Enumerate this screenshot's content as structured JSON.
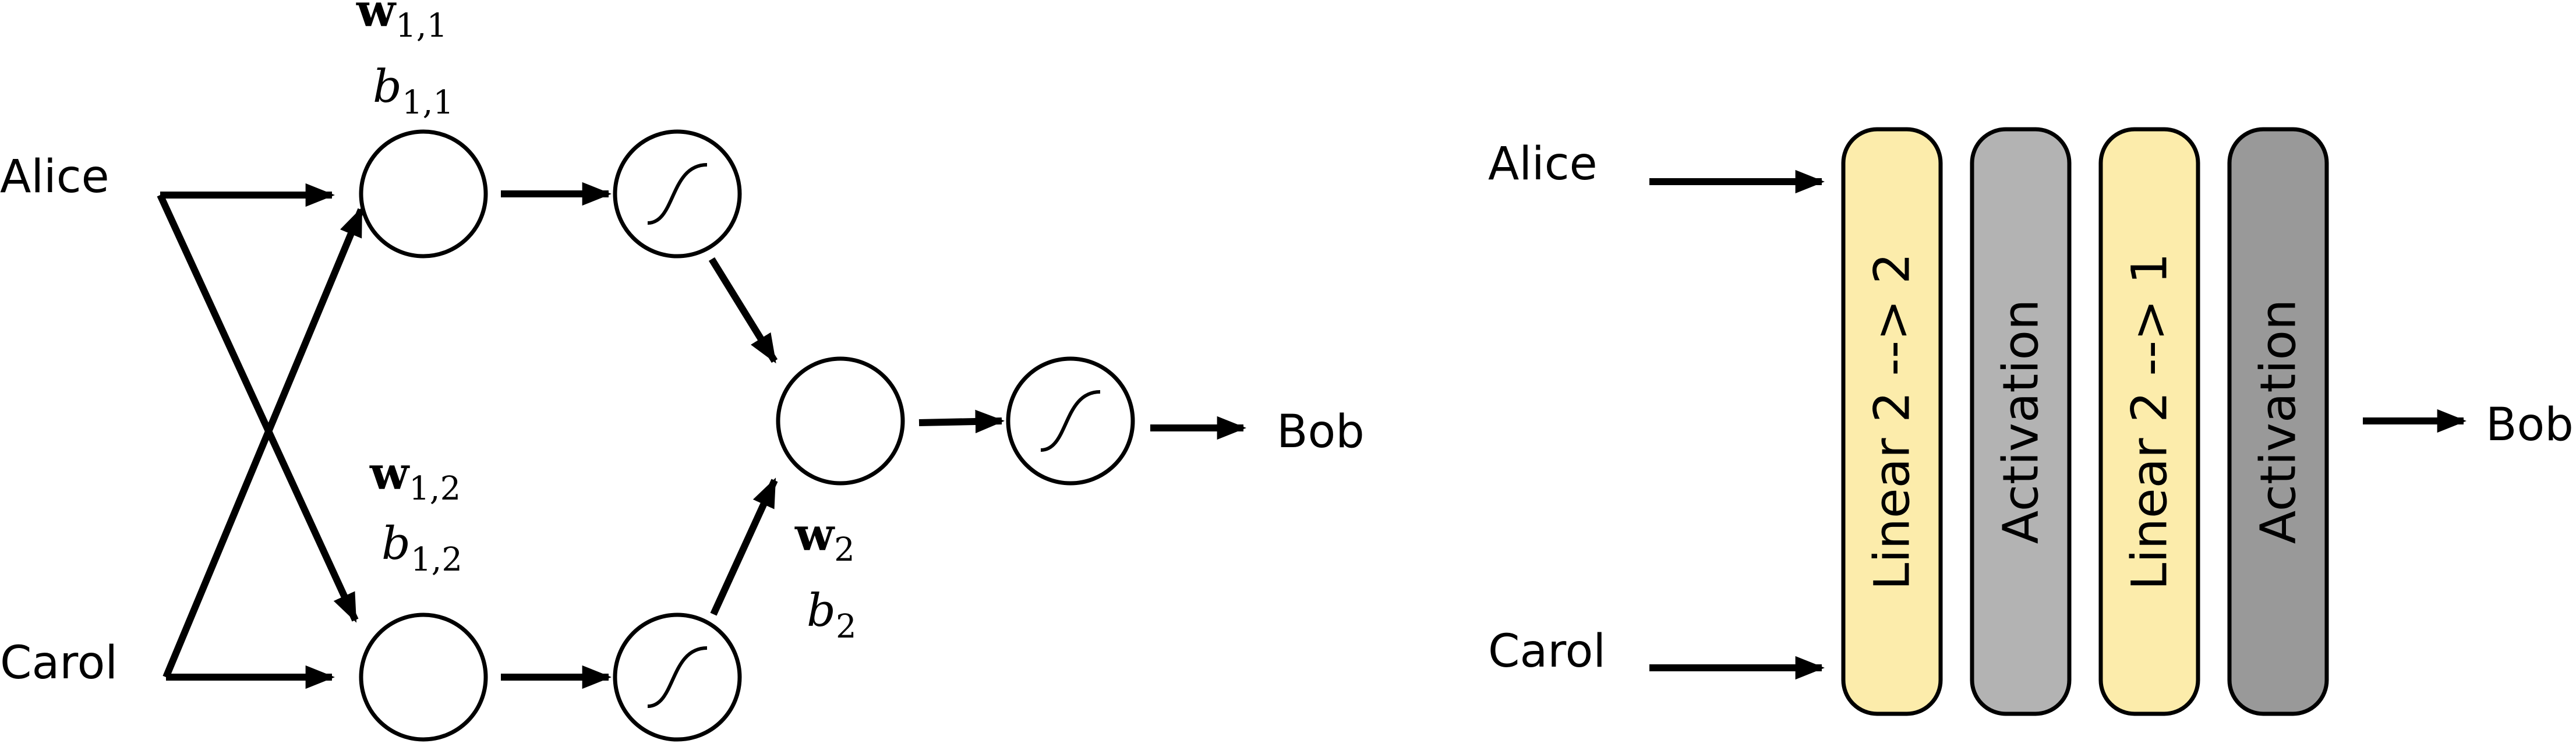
{
  "left": {
    "inputs": {
      "top": "Alice",
      "bottom": "Carol"
    },
    "output": "Bob",
    "params": {
      "layer1_top": {
        "w": "w",
        "w_sub": "1,1",
        "b": "b",
        "b_sub": "1,1"
      },
      "layer1_bottom": {
        "w": "w",
        "w_sub": "1,2",
        "b": "b",
        "b_sub": "1,2"
      },
      "layer2": {
        "w": "w",
        "w_sub": "2",
        "b": "b",
        "b_sub": "2"
      }
    }
  },
  "right": {
    "inputs": {
      "top": "Alice",
      "bottom": "Carol"
    },
    "output": "Bob",
    "layers": [
      {
        "label": "Linear 2 --> 2",
        "color": "#fcecab"
      },
      {
        "label": "Activation",
        "color": "#b3b3b3"
      },
      {
        "label": "Linear 2 --> 1",
        "color": "#fcecab"
      },
      {
        "label": "Activation",
        "color": "#999999"
      }
    ]
  },
  "icons": {
    "activation": "sigmoid-curve-icon"
  }
}
